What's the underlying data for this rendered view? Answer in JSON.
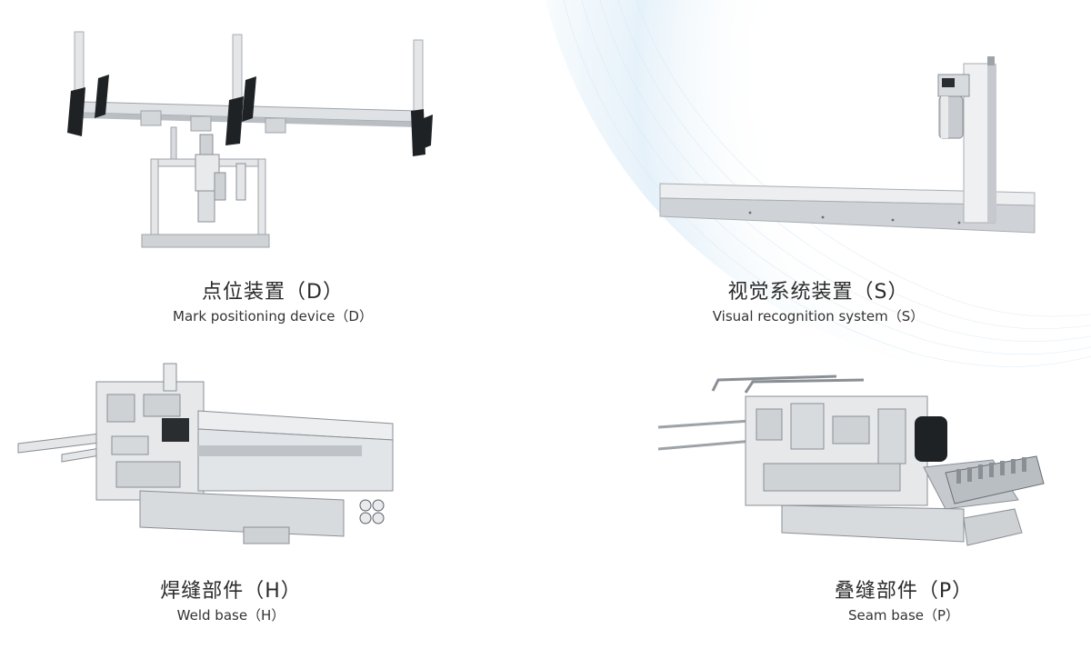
{
  "colors": {
    "text_primary": "#2b2b2b",
    "text_secondary": "#333333",
    "accent_arc": "#cfe4f3",
    "metal_light": "#e4e6e8",
    "metal_mid": "#c3c7cb",
    "metal_dark": "#8a8f95",
    "knob": "#1f2224"
  },
  "products": [
    {
      "name_cn": "点位装置（D）",
      "name_en": "Mark positioning device（D）",
      "icon": "mark-positioning-device-image"
    },
    {
      "name_cn": "视觉系统装置（S）",
      "name_en": "Visual recognition system（S）",
      "icon": "visual-recognition-system-image"
    },
    {
      "name_cn": "焊缝部件（H）",
      "name_en": "Weld base（H）",
      "icon": "weld-base-image"
    },
    {
      "name_cn": "叠缝部件（P）",
      "name_en": "Seam base（P）",
      "icon": "seam-base-image"
    }
  ]
}
